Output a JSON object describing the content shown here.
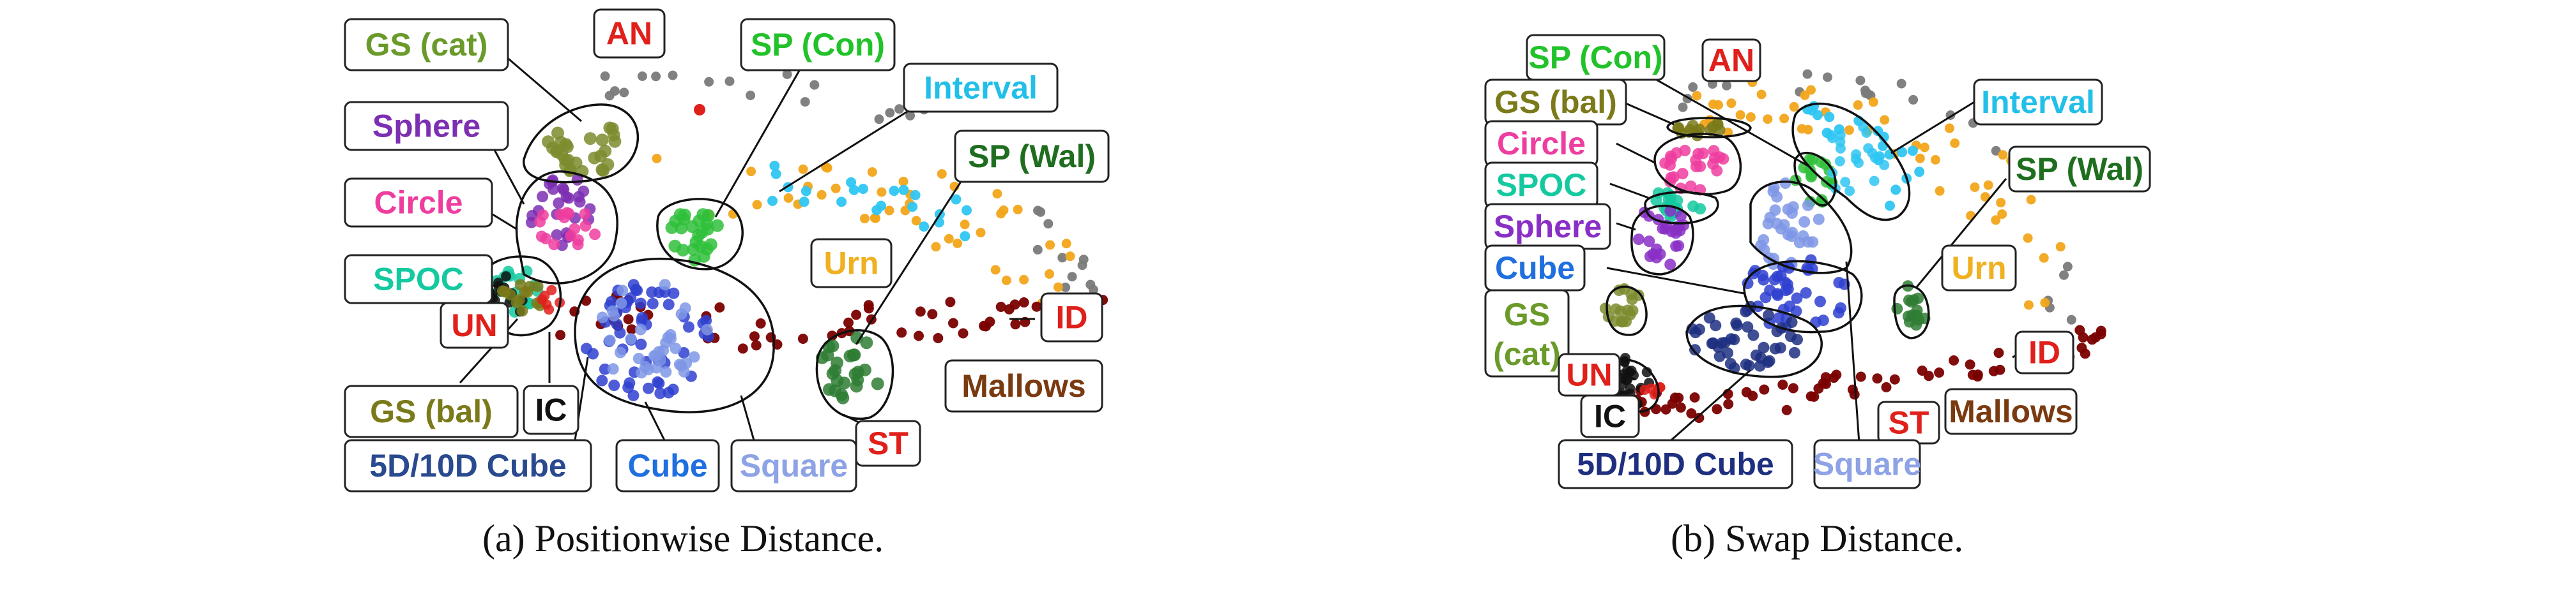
{
  "chart_data": [
    {
      "type": "scatter",
      "caption": "(a) Positionwise Distance.",
      "colors": {
        "ID": "#7a0000",
        "Mallows": "#7a0000",
        "Urn": "#f2a51a",
        "Interval": "#2fc6f2",
        "SP_Con": "#2fbf3a",
        "SP_Wal": "#2e7d32",
        "Sphere": "#7d2fb3",
        "Circle": "#ee3d9f",
        "SPOC": "#14c9a0",
        "UN": "#e0201b",
        "IC": "#111111",
        "GS_cat": "#7c8c2e",
        "GS_bal": "#7a7a1a",
        "Cube": "#2f3fd0",
        "Square": "#7f96e6",
        "Cube5D": "#2a3d8a",
        "AN": "#7a7a7a"
      },
      "labels": [
        {
          "id": "gs-cat",
          "text": "GS (cat)",
          "color": "#6a9a2a"
        },
        {
          "id": "an",
          "text": "AN",
          "color": "#e0201b"
        },
        {
          "id": "sp-con",
          "text": "SP (Con)",
          "color": "#22c22a"
        },
        {
          "id": "interval",
          "text": "Interval",
          "color": "#22bfe8"
        },
        {
          "id": "sphere",
          "text": "Sphere",
          "color": "#7d2fb3"
        },
        {
          "id": "sp-wal",
          "text": "SP (Wal)",
          "color": "#1f6e1f"
        },
        {
          "id": "circle",
          "text": "Circle",
          "color": "#ee3d9f"
        },
        {
          "id": "urn",
          "text": "Urn",
          "color": "#f0b020"
        },
        {
          "id": "spoc",
          "text": "SPOC",
          "color": "#14c9a0"
        },
        {
          "id": "id",
          "text": "ID",
          "color": "#e0201b"
        },
        {
          "id": "un",
          "text": "UN",
          "color": "#e0201b"
        },
        {
          "id": "mallows",
          "text": "Mallows",
          "color": "#7a3a10"
        },
        {
          "id": "gs-bal",
          "text": "GS (bal)",
          "color": "#7a7a1a"
        },
        {
          "id": "ic",
          "text": "IC",
          "color": "#111111"
        },
        {
          "id": "st",
          "text": "ST",
          "color": "#e0201b"
        },
        {
          "id": "cube5d",
          "text": "5D/10D Cube",
          "color": "#2a4a8f"
        },
        {
          "id": "cube",
          "text": "Cube",
          "color": "#1f6fe0"
        },
        {
          "id": "square",
          "text": "Square",
          "color": "#8ea2e6"
        }
      ]
    },
    {
      "type": "scatter",
      "caption": "(b) Swap Distance.",
      "colors": {
        "ID": "#7a0000",
        "Mallows": "#7a0000",
        "Urn": "#f2a51a",
        "Interval": "#2fc6f2",
        "SP_Con": "#2fbf3a",
        "SP_Wal": "#2e7d32",
        "Sphere": "#8a2fc6",
        "Circle": "#ee3d9f",
        "SPOC": "#14c9a0",
        "UN": "#e0201b",
        "IC": "#111111",
        "GS_cat": "#7c8c2e",
        "GS_bal": "#7a7a1a",
        "Cube": "#2f3fd0",
        "Square": "#7f96e6",
        "Cube5D": "#1f2f80",
        "AN": "#7a7a7a"
      },
      "labels": [
        {
          "id": "sp-con",
          "text": "SP (Con)",
          "color": "#22c22a"
        },
        {
          "id": "an",
          "text": "AN",
          "color": "#e0201b"
        },
        {
          "id": "gs-bal",
          "text": "GS (bal)",
          "color": "#7a7a1a"
        },
        {
          "id": "interval",
          "text": "Interval",
          "color": "#22bfe8"
        },
        {
          "id": "circle",
          "text": "Circle",
          "color": "#ee3d9f"
        },
        {
          "id": "sp-wal",
          "text": "SP (Wal)",
          "color": "#1f6e1f"
        },
        {
          "id": "spoc",
          "text": "SPOC",
          "color": "#14c9a0"
        },
        {
          "id": "sphere",
          "text": "Sphere",
          "color": "#8a2fc6"
        },
        {
          "id": "cube",
          "text": "Cube",
          "color": "#1f6fe0"
        },
        {
          "id": "urn",
          "text": "Urn",
          "color": "#f0b020"
        },
        {
          "id": "gs-cat-1",
          "text": "GS",
          "color": "#6a9a2a"
        },
        {
          "id": "gs-cat-2",
          "text": "(cat)",
          "color": "#6a9a2a"
        },
        {
          "id": "id",
          "text": "ID",
          "color": "#e0201b"
        },
        {
          "id": "un",
          "text": "UN",
          "color": "#e0201b"
        },
        {
          "id": "ic",
          "text": "IC",
          "color": "#111111"
        },
        {
          "id": "mallows",
          "text": "Mallows",
          "color": "#7a3a10"
        },
        {
          "id": "st",
          "text": "ST",
          "color": "#e0201b"
        },
        {
          "id": "cube5d",
          "text": "5D/10D Cube",
          "color": "#1f2f80"
        },
        {
          "id": "square",
          "text": "Square",
          "color": "#8ea2e6"
        }
      ]
    }
  ]
}
